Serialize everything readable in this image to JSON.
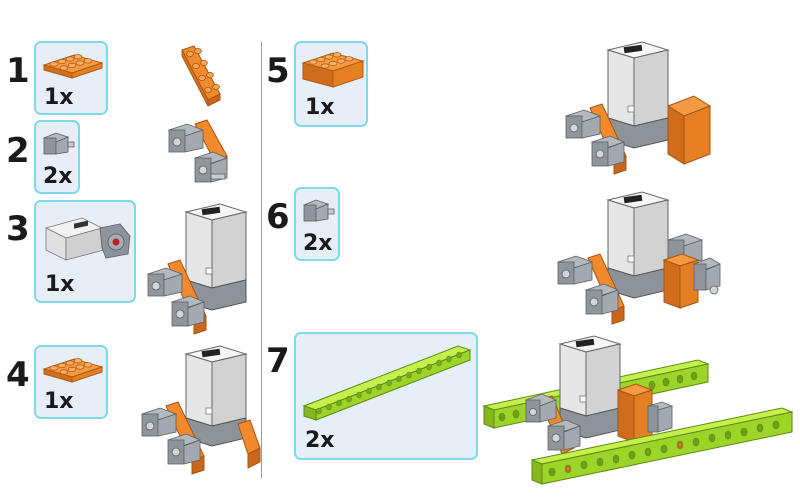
{
  "colors": {
    "orange": "#f0862a",
    "orange_dark": "#c9661a",
    "gray": "#9aa0a6",
    "gray_dark": "#6d737a",
    "white_motor": "#eeeeee",
    "motor_gray": "#8d9399",
    "lime": "#a7e02e",
    "lime_dark": "#74a31a",
    "callout_bg": "#e6eef8",
    "callout_border": "#7fd9e6"
  },
  "steps": [
    {
      "number": "1",
      "quantity": "1x",
      "part_icon": "orange-plate-2x4-icon"
    },
    {
      "number": "2",
      "quantity": "2x",
      "part_icon": "gray-axle-brick-icon"
    },
    {
      "number": "3",
      "quantity": "1x",
      "part_icon": "medium-motor-icon"
    },
    {
      "number": "4",
      "quantity": "1x",
      "part_icon": "orange-plate-2x4-icon"
    },
    {
      "number": "5",
      "quantity": "1x",
      "part_icon": "orange-brick-2x4-icon"
    },
    {
      "number": "6",
      "quantity": "2x",
      "part_icon": "gray-axle-brick-icon"
    },
    {
      "number": "7",
      "quantity": "2x",
      "part_icon": "lime-technic-beam-15-icon"
    }
  ]
}
